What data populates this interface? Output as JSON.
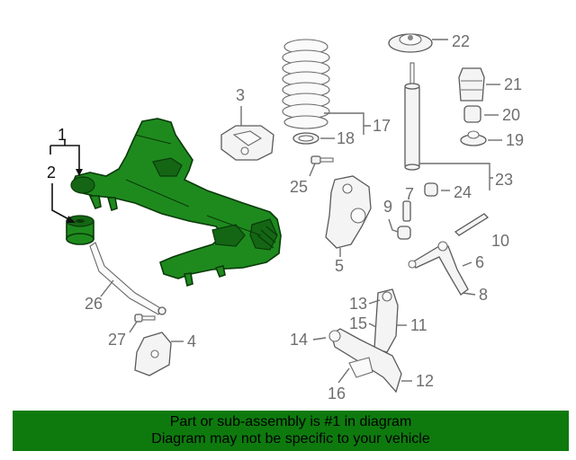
{
  "diagram": {
    "callouts": {
      "c1": "1",
      "c2": "2",
      "c3": "3",
      "c4": "4",
      "c5": "5",
      "c6": "6",
      "c7": "7",
      "c8": "8",
      "c9": "9",
      "c10": "10",
      "c11": "11",
      "c12": "12",
      "c13": "13",
      "c14": "14",
      "c15": "15",
      "c16": "16",
      "c17": "17",
      "c18": "18",
      "c19": "19",
      "c20": "20",
      "c21": "21",
      "c22": "22",
      "c23": "23",
      "c24": "24",
      "c25": "25",
      "c26": "26",
      "c27": "27"
    },
    "highlight_color": "#1e8a1e"
  },
  "footer": {
    "line1": "Part or sub-assembly is #1 in diagram",
    "line2": "Diagram may not be specific to your vehicle",
    "background": "#0e7a0e"
  }
}
